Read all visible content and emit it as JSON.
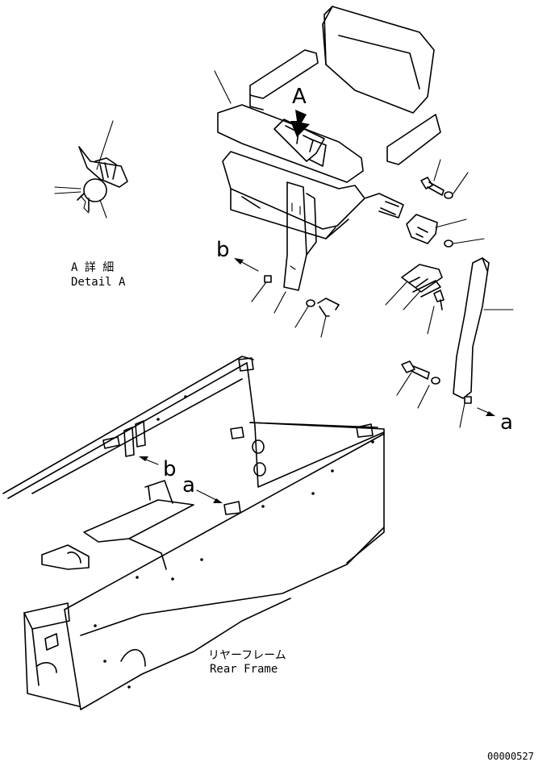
{
  "detail_a": {
    "line1": "A 詳 細",
    "line2": "Detail A"
  },
  "view_marker": "A",
  "ref_b_top": "b",
  "ref_a_right": "a",
  "ref_b_frame": "b",
  "ref_a_frame": "a",
  "rear_frame": {
    "jp": "リヤーフレーム",
    "en": "Rear Frame"
  },
  "drawing_number": "00000527"
}
